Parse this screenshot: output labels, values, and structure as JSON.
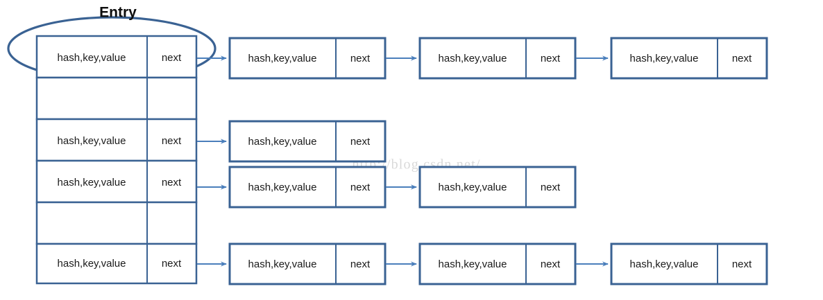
{
  "figure": {
    "title_label": "Entry",
    "watermark": "http://blog.csdn.net/",
    "colors": {
      "border": "#3A6293",
      "arrow": "#4A7EBB",
      "text": "#1a1a1a",
      "background": "#ffffff",
      "watermark": "#d9d9d9"
    },
    "labels": {
      "data_cell": "hash,key,value",
      "next_cell": "next"
    }
  },
  "bucket_table": {
    "name": "entry-array",
    "rows": [
      {
        "index": 0,
        "occupied": true,
        "data": "hash,key,value",
        "next": "next",
        "chain_length": 4
      },
      {
        "index": 1,
        "occupied": false,
        "data": "",
        "next": "",
        "chain_length": 0
      },
      {
        "index": 2,
        "occupied": true,
        "data": "hash,key,value",
        "next": "next",
        "chain_length": 1
      },
      {
        "index": 3,
        "occupied": true,
        "data": "hash,key,value",
        "next": "next",
        "chain_length": 2
      },
      {
        "index": 4,
        "occupied": false,
        "data": "",
        "next": "",
        "chain_length": 0
      },
      {
        "index": 5,
        "occupied": true,
        "data": "hash,key,value",
        "next": "next",
        "chain_length": 4
      }
    ]
  },
  "chains": [
    {
      "row_index": 0,
      "nodes": [
        {
          "data": "hash,key,value",
          "next": "next"
        },
        {
          "data": "hash,key,value",
          "next": "next"
        },
        {
          "data": "hash,key,value",
          "next": "next"
        },
        {
          "data": "hash,key,value",
          "next": "next"
        }
      ]
    },
    {
      "row_index": 2,
      "nodes": [
        {
          "data": "hash,key,value",
          "next": "next"
        }
      ]
    },
    {
      "row_index": 3,
      "nodes": [
        {
          "data": "hash,key,value",
          "next": "next"
        },
        {
          "data": "hash,key,value",
          "next": "next"
        }
      ]
    },
    {
      "row_index": 5,
      "nodes": [
        {
          "data": "hash,key,value",
          "next": "next"
        },
        {
          "data": "hash,key,value",
          "next": "next"
        },
        {
          "data": "hash,key,value",
          "next": "next"
        },
        {
          "data": "hash,key,value",
          "next": "next"
        }
      ]
    }
  ]
}
